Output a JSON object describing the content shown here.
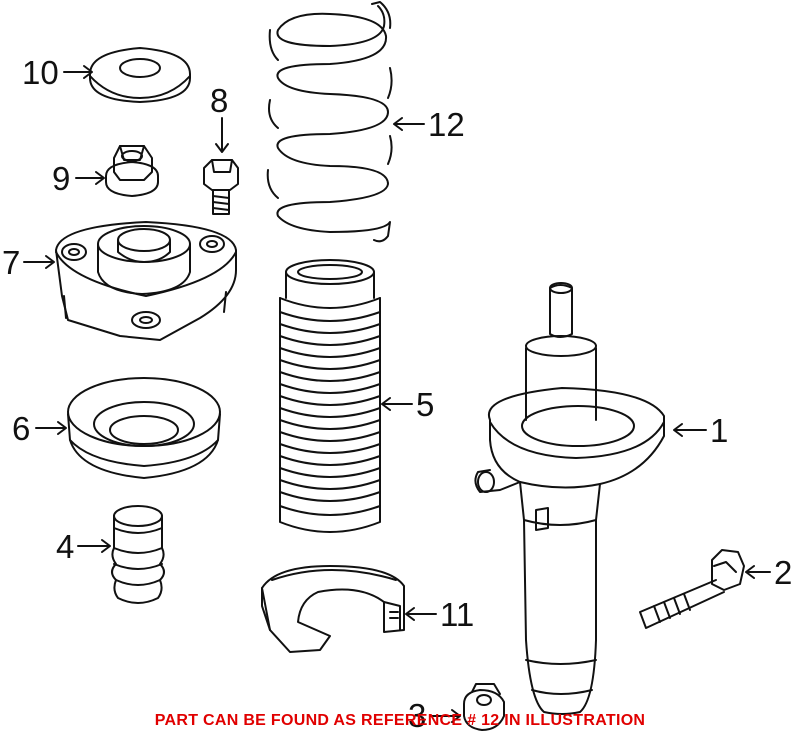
{
  "colors": {
    "line": "#111111",
    "caption": "#e00000",
    "background": "#ffffff"
  },
  "callouts": [
    {
      "id": "1",
      "label": "1"
    },
    {
      "id": "2",
      "label": "2"
    },
    {
      "id": "3",
      "label": "3"
    },
    {
      "id": "4",
      "label": "4"
    },
    {
      "id": "5",
      "label": "5"
    },
    {
      "id": "6",
      "label": "6"
    },
    {
      "id": "7",
      "label": "7"
    },
    {
      "id": "8",
      "label": "8"
    },
    {
      "id": "9",
      "label": "9"
    },
    {
      "id": "10",
      "label": "10"
    },
    {
      "id": "11",
      "label": "11"
    },
    {
      "id": "12",
      "label": "12"
    }
  ],
  "caption": "PART CAN BE FOUND AS REFERENCE # 12 IN ILLUSTRATION"
}
